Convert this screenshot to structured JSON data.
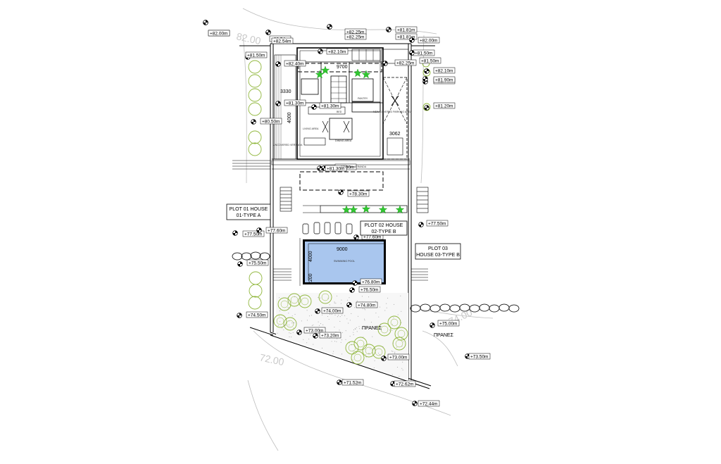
{
  "plots": [
    {
      "line1": "PLOT 01 HOUSE",
      "line2": "01-TYPE A"
    },
    {
      "line1": "PLOT 02 HOUSE",
      "line2": "02-TYPE B"
    },
    {
      "line1": "PLOT 03",
      "line2": "HOUSE 03-TYPE B"
    }
  ],
  "levels": [
    "+82.00m",
    "+82.00m",
    "+82.54m",
    "+82.54m",
    "+82.25m",
    "+82.25m",
    "+81.81m",
    "+81.81m",
    "+82.00m",
    "+81.50m",
    "+81.50m",
    "+81.50m",
    "+82.10m",
    "+82.40m",
    "+82.25m",
    "+82.10m",
    "+81.70m",
    "+81.90m",
    "+81.20m",
    "+81.30m",
    "+81.30m",
    "+80.50m",
    "+81.30m",
    "+78.30m",
    "+77.50m",
    "+77.60m",
    "+77.60m",
    "+77.50m",
    "+75.50m",
    "+76.80m",
    "+76.50m",
    "+74.80m",
    "+74.50m",
    "+74.00m",
    "+75.00m",
    "+73.00m",
    "+73.20m",
    "+73.00m",
    "+73.50m",
    "+71.52m",
    "+72.62m",
    "+72.44m",
    "+81.30m"
  ],
  "dimensions": {
    "d_9700": "9700",
    "d_3330": "3330",
    "d_4000_house": "4000",
    "d_3062": "3062",
    "d_9000": "9000",
    "d_4000_pool": "4000",
    "d_2200": "2200"
  },
  "rooms": {
    "living": "LIVING AREA",
    "dining": "DINING AREA",
    "covered_veranda": "COVERED VERANDA",
    "uncovered_veranda": "UNCOVERED VERANDA",
    "pantry": "PANTRY",
    "kitchen": "NEW COVERED PARKING AREA",
    "pool": "SWIMMING POOL",
    "wc": "BED"
  },
  "slopes": [
    "ΠΡΑΝΕΣ",
    "ΠΡΑΝΕΣ"
  ],
  "contours": [
    "82.00",
    "72.00",
    "74.00"
  ],
  "colors": {
    "pool": "#a9c6ee",
    "planting": "#2fc72f",
    "hedge": "#8fb63a",
    "line": "#000000",
    "contour": "#bdbdbd"
  }
}
